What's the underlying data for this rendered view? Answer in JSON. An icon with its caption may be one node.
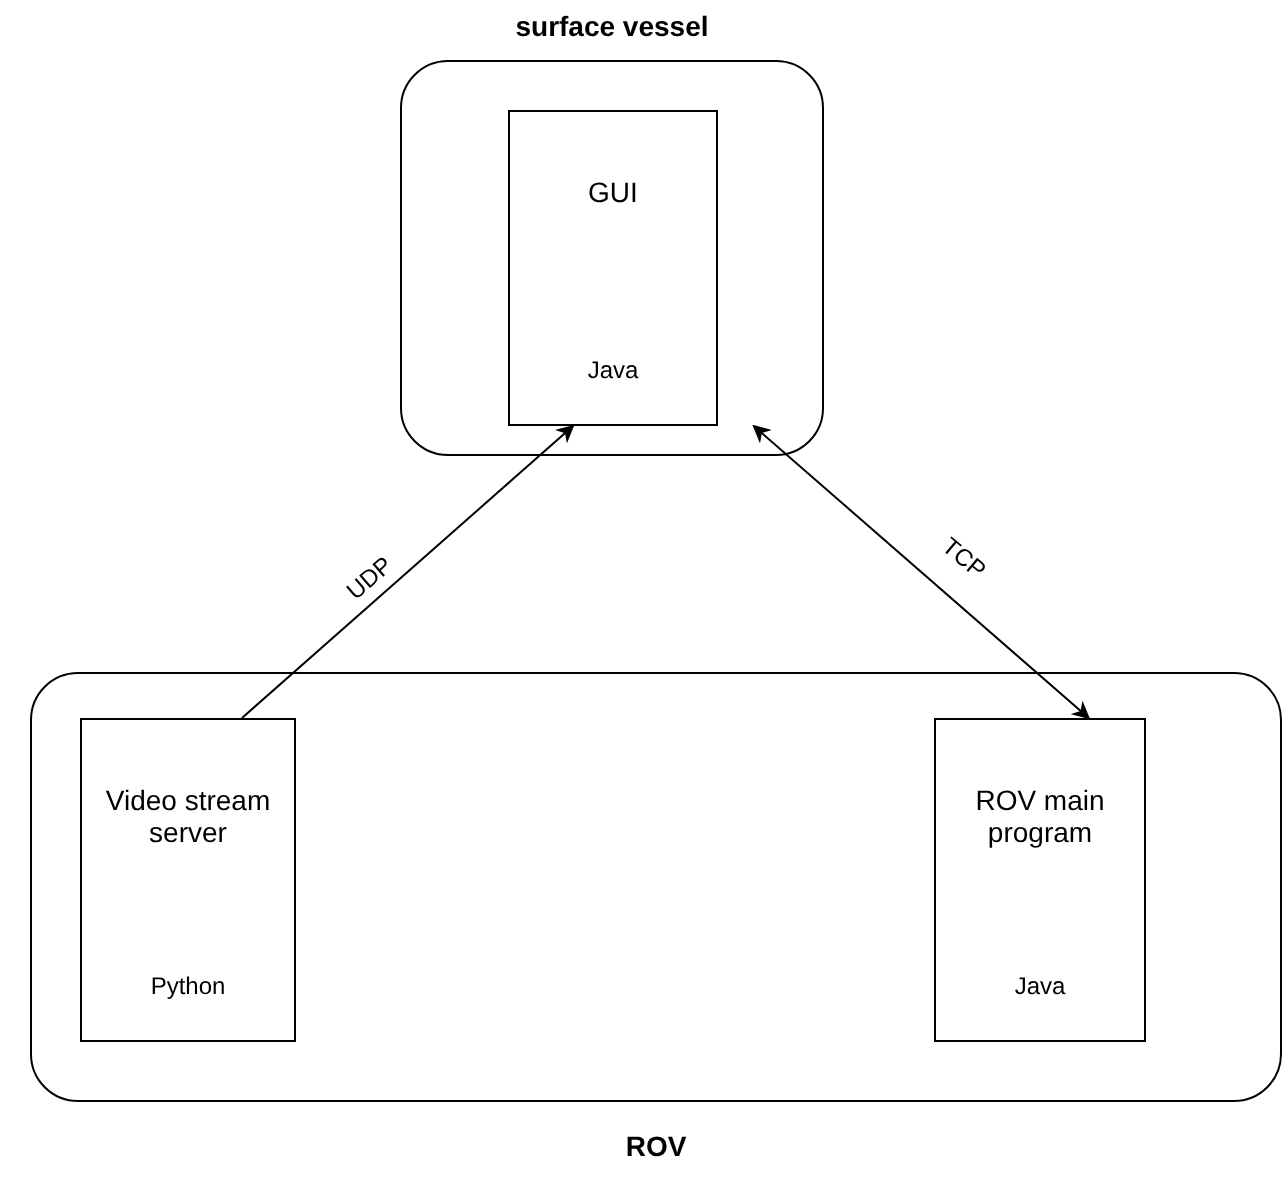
{
  "diagram": {
    "nodes": [
      {
        "text": [
          "surface vessel"
        ]
      },
      {
        "text": [
          "GUI",
          "Java"
        ],
        "in": 0
      },
      {
        "text": [
          "ROV"
        ]
      },
      {
        "text": [
          "Video stream server",
          "Python"
        ],
        "in": 2
      },
      {
        "text": [
          "ROV main program",
          "Java"
        ],
        "in": 2
      }
    ],
    "edges": [
      {
        "from": 3,
        "to": 1,
        "arrow": "to",
        "label": "UDP"
      },
      {
        "from": 1,
        "to": 4,
        "arrow": "both",
        "label": "TCP"
      }
    ]
  }
}
